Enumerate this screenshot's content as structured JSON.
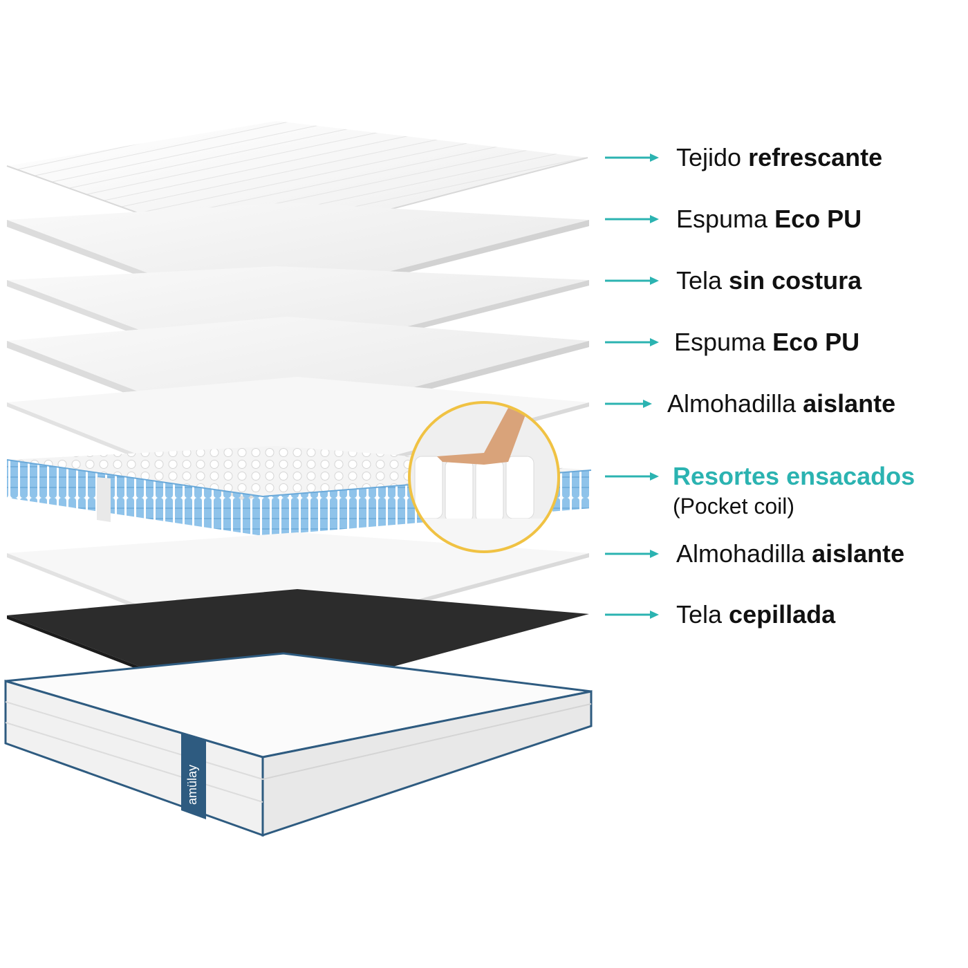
{
  "layers": [
    {
      "regular": "Tejido ",
      "bold": "refrescante"
    },
    {
      "regular": "Espuma ",
      "bold": "Eco PU"
    },
    {
      "regular": "Tela ",
      "bold": "sin costura"
    },
    {
      "regular": "Espuma ",
      "bold": "Eco PU"
    },
    {
      "regular": "Almohadilla ",
      "bold": "aislante"
    },
    {
      "regular": "",
      "bold": "Resortes ensacados",
      "sub": "(Pocket coil)"
    },
    {
      "regular": "Almohadilla ",
      "bold": "aislante"
    },
    {
      "regular": "Tela ",
      "bold": "cepillada"
    }
  ],
  "brand": "amülay",
  "colors": {
    "arrow": "#2bb3b1",
    "highlight": "#2bb3b1",
    "coil_blue": "#8fc3ea",
    "border_navy": "#2e5b80",
    "inset_ring": "#f0c243",
    "brushed_fabric": "#2c2c2c"
  }
}
